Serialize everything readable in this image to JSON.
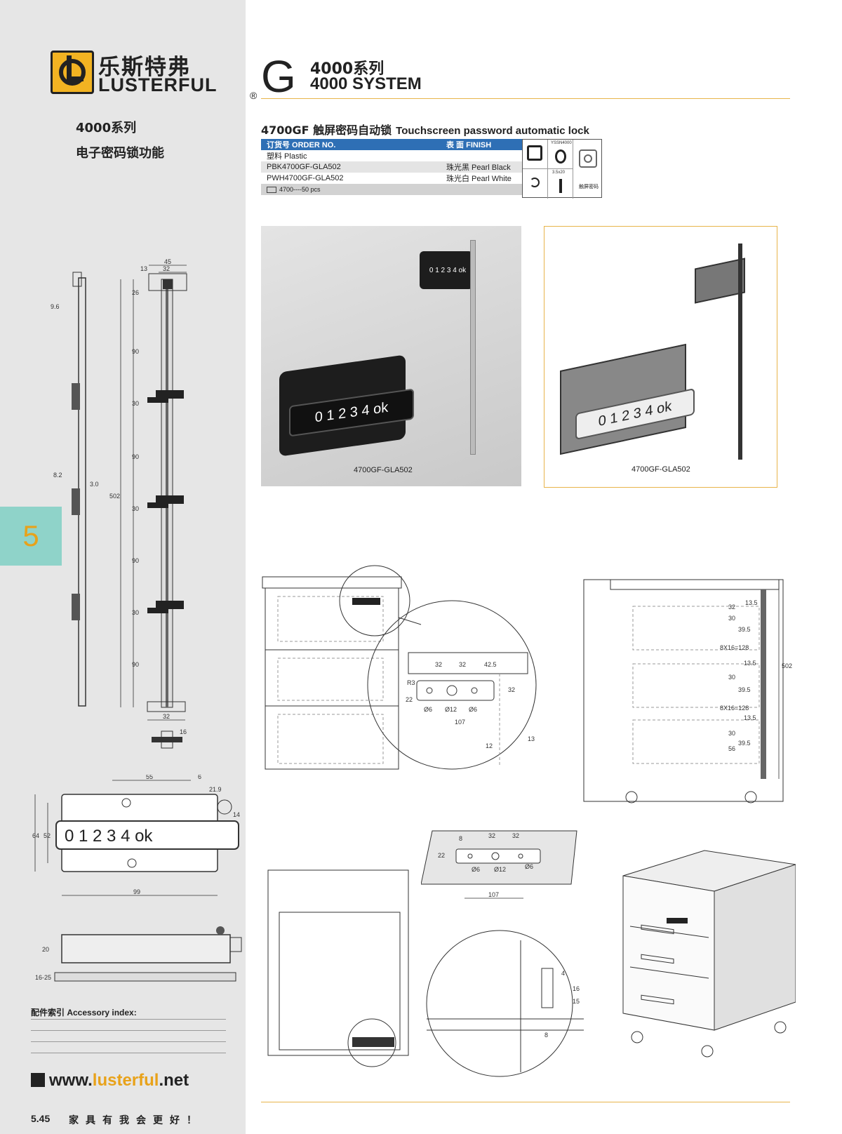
{
  "brand": {
    "cn_name": "乐斯特弗",
    "en_name": "LUSTERFUL",
    "registered": "®"
  },
  "sidebar": {
    "series_cn": "4000系列",
    "feature_cn": "电子密码锁功能",
    "tab_number": "5",
    "accessory_label": "配件索引 Accessory index:",
    "website_prefix": "www.",
    "website_brand": "lusterful",
    "website_suffix": ".net",
    "page_number": "5.45",
    "slogan": "家具有我会更好！"
  },
  "section": {
    "letter": "G",
    "title_cn": "4000系列",
    "title_en": "4000 SYSTEM"
  },
  "product": {
    "title_cn": "4700GF 触屏密码自动锁",
    "title_en": "Touchscreen password automatic lock"
  },
  "order_table": {
    "header_order": "订货号 ORDER NO.",
    "header_finish": "表 面 FINISH",
    "material": "塑料 Plastic",
    "rows": [
      {
        "code": "PBK4700GF-GLA502",
        "finish": "珠光黑 Pearl Black"
      },
      {
        "code": "PWH4700GF-GLA502",
        "finish": "珠光白 Pearl White"
      }
    ],
    "packing": "4700----50 pcs"
  },
  "spec_icons": {
    "code_label": "YSSN4000",
    "screw_label": "3.5x20",
    "touch_label": "触屏密码",
    "icon_names": [
      "lock-body-icon",
      "key-cylinder-icon",
      "screw-icon",
      "touch-password-icon",
      "rotate-icon"
    ]
  },
  "images": {
    "photo_caption": "4700GF-GLA502",
    "render_caption": "4700GF-GLA502",
    "keypad_digits": "0 1 2 3 4 ok"
  },
  "drawings": {
    "rod_dims": {
      "top_width": "45",
      "inner": "32",
      "offset": "13",
      "d26": "26",
      "side": "9.6",
      "segment": "90",
      "latch": "30",
      "total": "502",
      "gap_a": "8.2",
      "gap_b": "3.0",
      "bottom_width": "32",
      "foot": "16"
    },
    "front_dims": {
      "w55": "55",
      "w6": "6",
      "w21": "21.9",
      "h64": "64",
      "h52": "52",
      "h14": "14",
      "w99": "99"
    },
    "side_dims": {
      "h20": "20",
      "h16_25": "16-25"
    },
    "cabinet_dims": {
      "spacing_a": "32",
      "spacing_b": "32",
      "spacing_c": "42.5",
      "r3": "R3",
      "h22": "22",
      "h32": "32",
      "d6": "Ø6",
      "d12": "Ø12",
      "w107": "107",
      "w12": "12",
      "w13": "13"
    },
    "section_dims": {
      "d32": "32",
      "d13_5": "13.5",
      "d30": "30",
      "d39_5": "39.5",
      "pitch": "8X16=128",
      "d56": "56",
      "total": "502"
    },
    "template_dims": {
      "d8": "8",
      "d32a": "32",
      "d32b": "32",
      "h22": "22",
      "d6a": "Ø6",
      "d12": "Ø12",
      "d6b": "Ø6",
      "w107": "107"
    },
    "detail_dims": {
      "d4": "4",
      "d16": "16",
      "d15": "15",
      "d8": "8"
    }
  },
  "colors": {
    "sidebar_bg": "#e6e6e6",
    "tab_bg": "#8fd3c9",
    "accent_gold": "#e8a21a",
    "table_header": "#2e6fb5",
    "rule": "#e8b44a"
  }
}
